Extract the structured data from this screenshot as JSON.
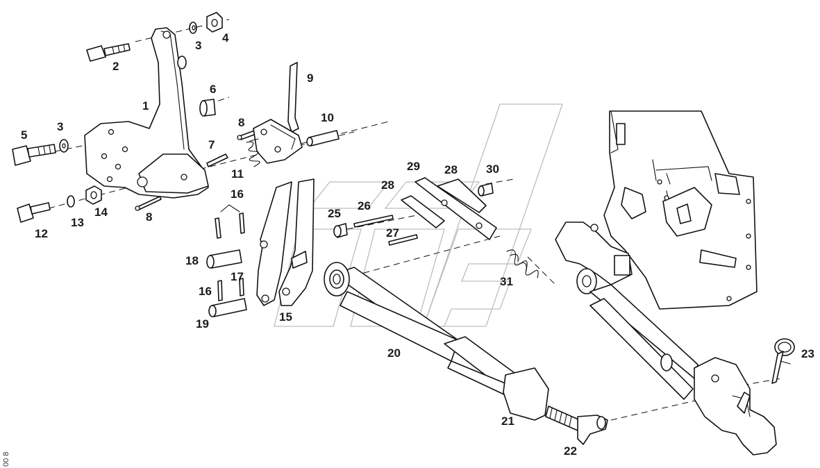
{
  "callouts": {
    "c1": "1",
    "c2": "2",
    "c3a": "3",
    "c3b": "3",
    "c4": "4",
    "c5": "5",
    "c6": "6",
    "c7": "7",
    "c8a": "8",
    "c8b": "8",
    "c9": "9",
    "c10": "10",
    "c11": "11",
    "c12": "12",
    "c13": "13",
    "c14": "14",
    "c15": "15",
    "c16a": "16",
    "c16b": "16",
    "c17": "17",
    "c18": "18",
    "c19": "19",
    "c20": "20",
    "c21": "21",
    "c22": "22",
    "c23": "23",
    "c25": "25",
    "c26": "26",
    "c27": "27",
    "c28a": "28",
    "c28b": "28",
    "c29": "29",
    "c30": "30",
    "c31": "31"
  },
  "side_code": "00 8"
}
